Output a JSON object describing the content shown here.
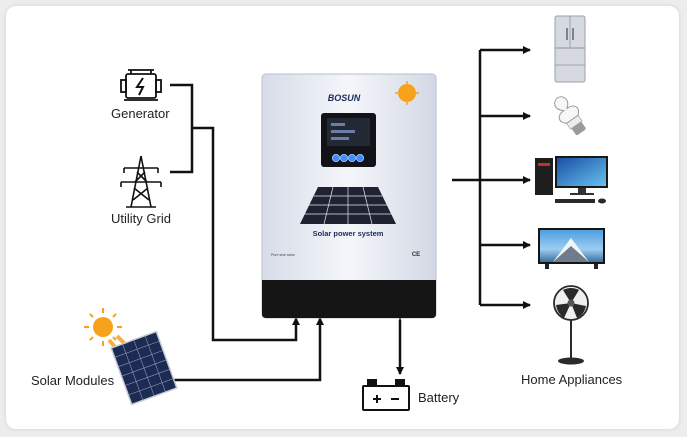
{
  "diagram": {
    "inputs": {
      "generator": "Generator",
      "utility_grid": "Utility Grid",
      "solar_modules": "Solar Modules",
      "battery": "Battery"
    },
    "outputs_label": "Home Appliances",
    "inverter": {
      "brand": "BOSUN",
      "system_label": "Solar power system",
      "badge_text": "Pure sine wave",
      "cert_mark": "CE"
    },
    "icons": [
      "generator-icon",
      "transmission-tower-icon",
      "sun-icon",
      "solar-panel-icon",
      "battery-icon",
      "refrigerator-icon",
      "light-bulb-icon",
      "computer-icon",
      "television-icon",
      "fan-icon"
    ],
    "colors": {
      "line": "#111111",
      "sun": "#f7a21b",
      "panel": "#1d2a52",
      "device_body": "#e9ecf3",
      "device_base": "#151515"
    }
  }
}
